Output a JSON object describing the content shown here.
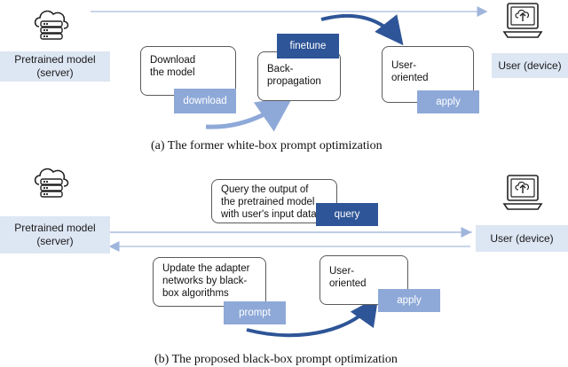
{
  "top": {
    "server_label": "Pretrained model\n(server)",
    "device_label": "User (device)",
    "card_download": "Download\nthe model",
    "tag_download": "download",
    "card_backprop": "Back-\npropagation",
    "tag_finetune": "finetune",
    "card_user": "User-\noriented",
    "tag_apply": "apply",
    "caption": "(a) The former white-box prompt optimization"
  },
  "bottom": {
    "server_label": "Pretrained model\n(server)",
    "device_label": "User (device)",
    "card_query": "Query the output of\nthe pretrained model\nwith user's input data",
    "tag_query": "query",
    "card_update": "Update the adapter\nnetworks by black-\nbox algorithms",
    "tag_prompt": "prompt",
    "card_user": "User-\noriented",
    "tag_apply": "apply",
    "caption": "(b) The proposed black-box prompt optimization"
  },
  "colors": {
    "light_tag": "#8ea9d8",
    "dark_tag": "#2e5597",
    "side_box": "#dde6f3",
    "arrow": "#2e5597",
    "line": "#b7c7e3"
  },
  "icons": {
    "server": "cloud-server-icon",
    "device": "laptop-upload-icon"
  }
}
